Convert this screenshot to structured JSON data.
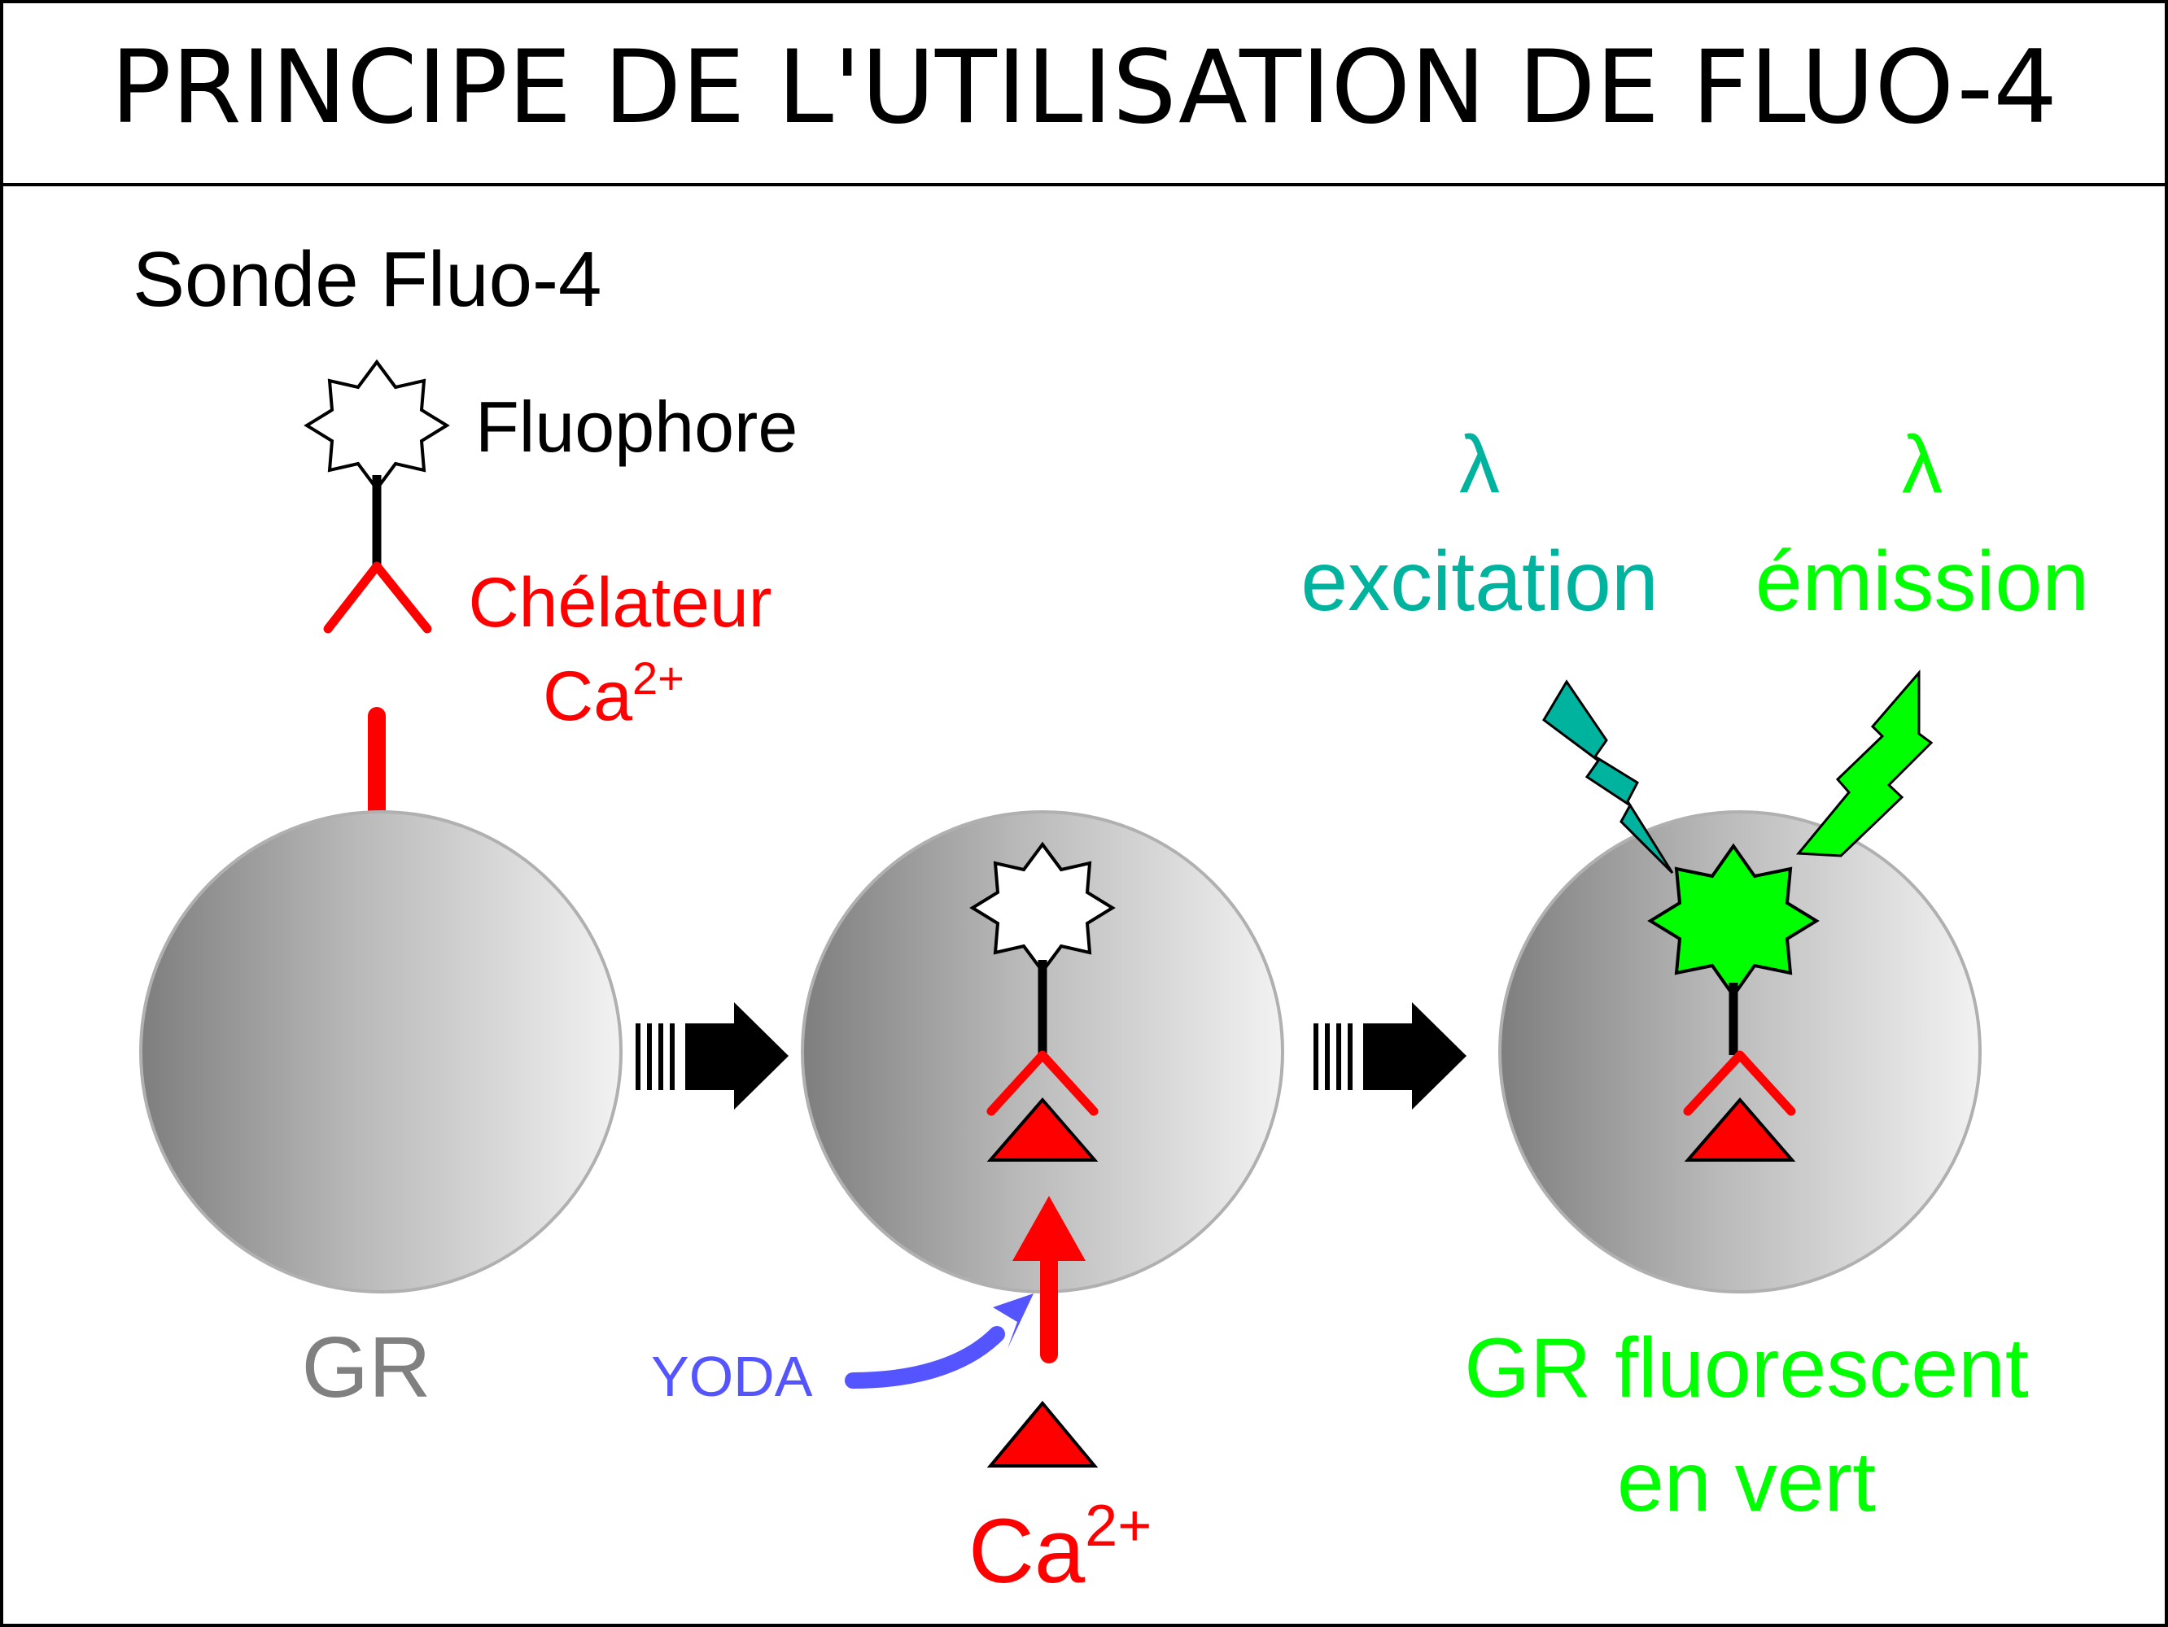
{
  "title": "PRINCIPE DE L'UTILISATION DE FLUO-4",
  "probe": {
    "heading": "Sonde Fluo-4",
    "fluophore_label": "Fluophore",
    "chelator_label": "Chélateur",
    "ca_base": "Ca",
    "ca_charge": "2+"
  },
  "cells": {
    "cell1_label": "GR",
    "yoda_label": "YODA",
    "ca_base": "Ca",
    "ca_charge": "2+",
    "fluorescent_line1": "GR fluorescent",
    "fluorescent_line2": "en vert"
  },
  "light": {
    "excitation_symbol": "λ",
    "excitation_label": "excitation",
    "emission_symbol": "λ",
    "emission_label": "émission"
  },
  "colors": {
    "chelator": "#ff0000",
    "calcium": "#ff0000",
    "excitation": "#00b39e",
    "emission": "#00ff00",
    "yoda": "#5555ff",
    "cell_label": "#808080",
    "fluophore_active": "#00ff00",
    "fluophore_inactive": "#ffffff"
  }
}
